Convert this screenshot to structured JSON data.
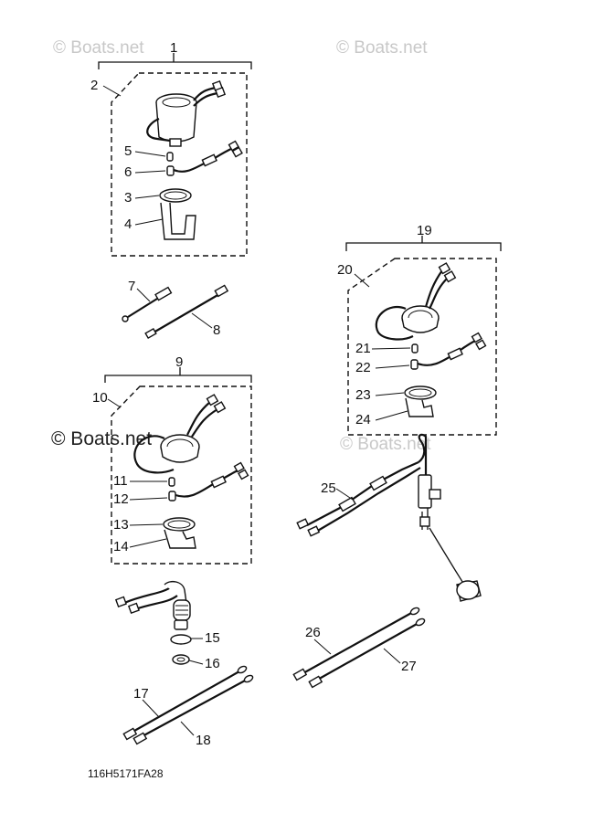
{
  "watermarks": [
    "© Boats.net",
    "© Boats.net",
    "© Boats.net",
    "© Boats.net"
  ],
  "callouts": {
    "c1": "1",
    "c2": "2",
    "c3": "3",
    "c4": "4",
    "c5": "5",
    "c6": "6",
    "c7": "7",
    "c8": "8",
    "c9": "9",
    "c10": "10",
    "c11": "11",
    "c12": "12",
    "c13": "13",
    "c14": "14",
    "c15": "15",
    "c16": "16",
    "c17": "17",
    "c18": "18",
    "c19": "19",
    "c20": "20",
    "c21": "21",
    "c22": "22",
    "c23": "23",
    "c24": "24",
    "c25": "25",
    "c26": "26",
    "c27": "27"
  },
  "diagram_code": "116H5171FA28"
}
